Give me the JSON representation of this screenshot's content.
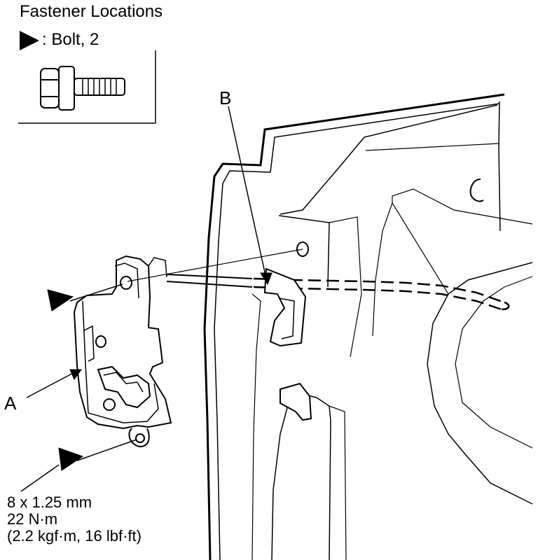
{
  "header": {
    "title": "Fastener Locations",
    "legend_text": ": Bolt, 2"
  },
  "callouts": {
    "a": "A",
    "b": "B"
  },
  "torque_spec": {
    "size": "8 x 1.25 mm",
    "torque_nm": "22 N·m",
    "torque_alt": "(2.2 kgf·m, 16 lbf·ft)"
  },
  "icons": {
    "legend_marker": "filled-triangle-icon",
    "bolt": "hex-flange-bolt-icon"
  },
  "colors": {
    "ink": "#000000",
    "paper": "#ffffff"
  }
}
